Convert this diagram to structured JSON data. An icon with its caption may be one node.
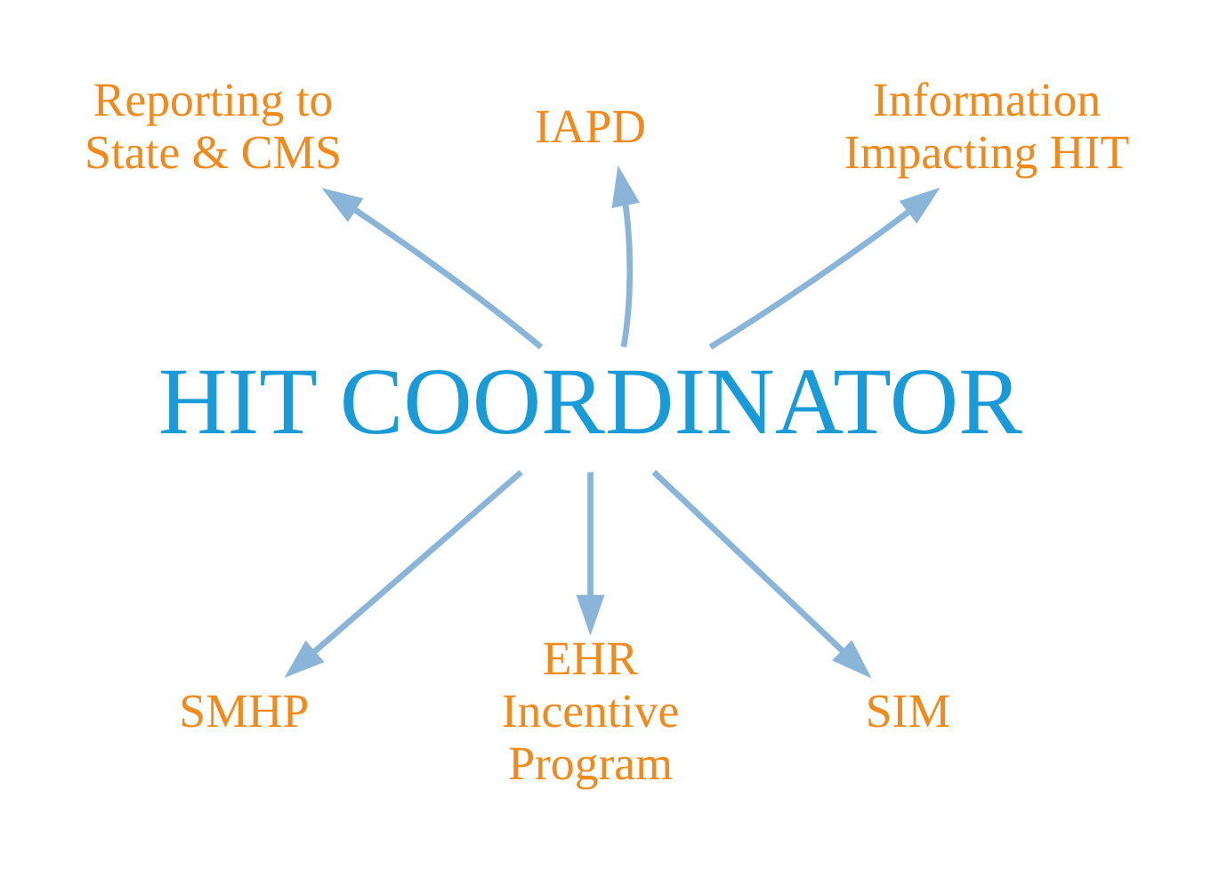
{
  "diagram": {
    "nodes": [
      {
        "text": [
          "HIT COORDINATOR"
        ]
      },
      {
        "text": [
          "Reporting to State & CMS"
        ]
      },
      {
        "text": [
          "IAPD"
        ]
      },
      {
        "text": [
          "Information Impacting HIT"
        ]
      },
      {
        "text": [
          "SMHP"
        ]
      },
      {
        "text": [
          "EHR Incentive Program"
        ]
      },
      {
        "text": [
          "SIM"
        ]
      }
    ],
    "edges": [
      {
        "from": 0,
        "to": 1,
        "arrow": "to"
      },
      {
        "from": 0,
        "to": 2,
        "arrow": "to"
      },
      {
        "from": 0,
        "to": 3,
        "arrow": "to"
      },
      {
        "from": 0,
        "to": 4,
        "arrow": "to"
      },
      {
        "from": 0,
        "to": 5,
        "arrow": "to"
      },
      {
        "from": 0,
        "to": 6,
        "arrow": "to"
      }
    ]
  }
}
